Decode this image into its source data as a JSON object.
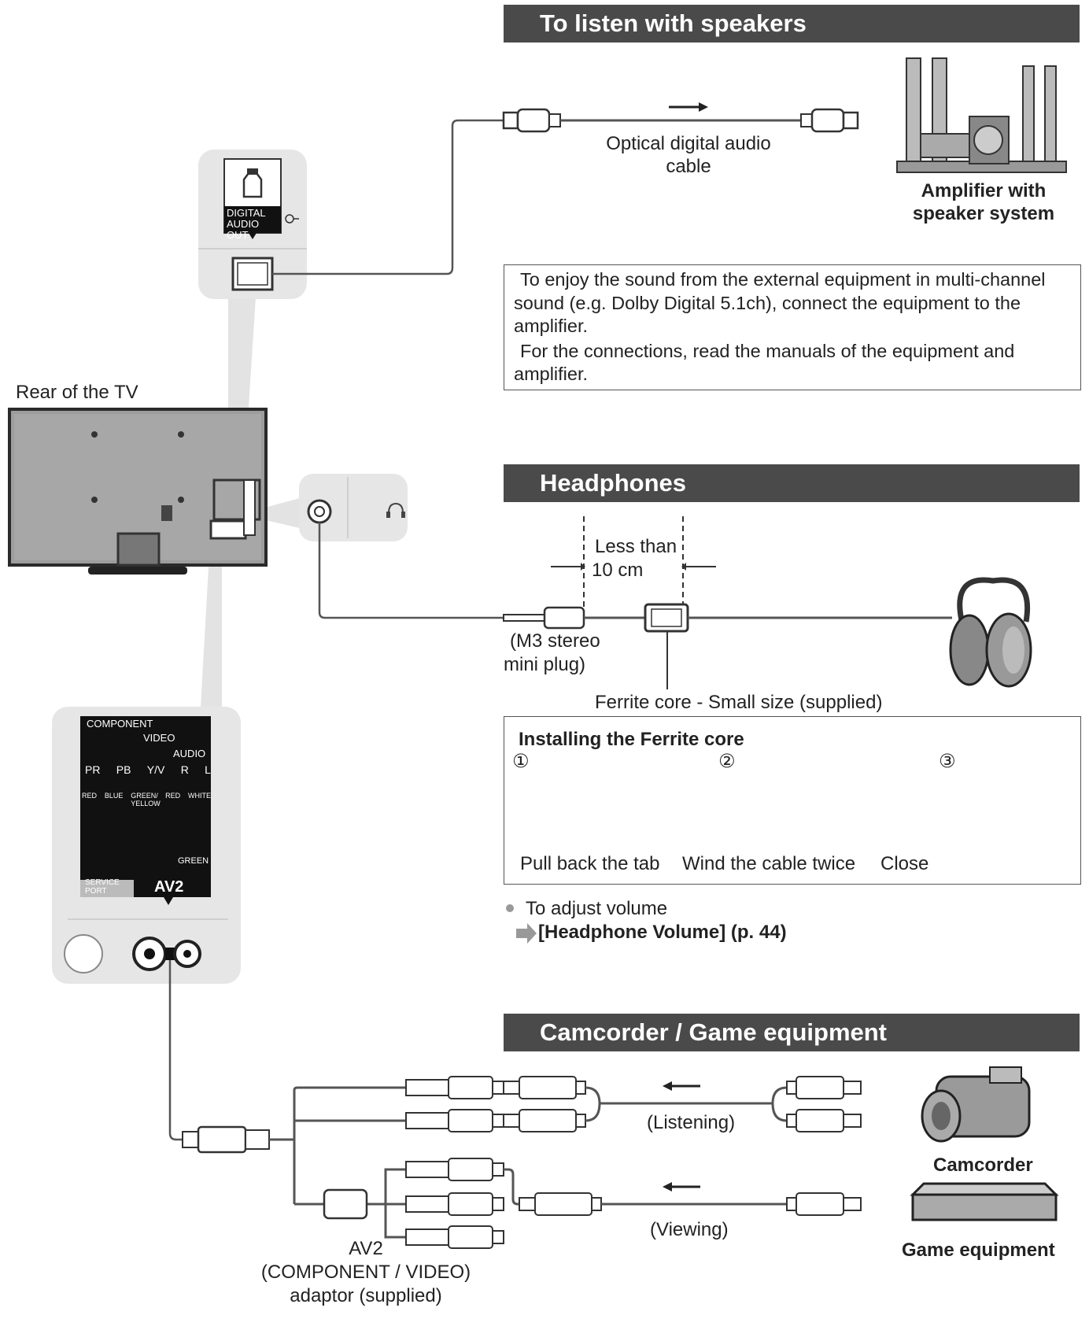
{
  "speakers": {
    "header": "To listen with speakers",
    "cable_label": "Optical digital audio cable",
    "device_label": "Amplifier with speaker system",
    "port_label_1": "DIGITAL",
    "port_label_2": "AUDIO OUT",
    "note_line1": "To enjoy the sound from the external equipment in multi-channel sound (e.g. Dolby Digital 5.1ch), connect the equipment to the amplifier.",
    "note_line2": "For the connections, read the manuals of the equipment and amplifier."
  },
  "tv": {
    "rear_label": "Rear of the TV"
  },
  "headphones": {
    "header": "Headphones",
    "distance_line1": "Less than",
    "distance_line2": "10 cm",
    "plug_line1": "(M3 stereo",
    "plug_line2": "mini plug)",
    "ferrite_label": "Ferrite core - Small size (supplied)",
    "install_title": "Installing the Ferrite core",
    "steps": [
      {
        "number": "①",
        "caption": "Pull back the tab"
      },
      {
        "number": "②",
        "caption": "Wind the cable twice"
      },
      {
        "number": "③",
        "caption": "Close"
      }
    ],
    "volume_bullet": "To adjust volume",
    "volume_link": "[Headphone Volume] (p. 44)"
  },
  "av2_panel": {
    "component": "COMPONENT",
    "video": "VIDEO",
    "audio": "AUDIO",
    "cols": [
      "PR",
      "PB",
      "Y/V",
      "R",
      "L"
    ],
    "colors": [
      "RED",
      "BLUE",
      "GREEN/ YELLOW",
      "RED",
      "WHITE"
    ],
    "green": "GREEN",
    "service": "SERVICE PORT",
    "av2": "AV2"
  },
  "camcorder": {
    "header": "Camcorder / Game equipment",
    "listening": "(Listening)",
    "viewing": "(Viewing)",
    "camcorder_label": "Camcorder",
    "game_label": "Game equipment",
    "adaptor_line1": "AV2",
    "adaptor_line2": "(COMPONENT / VIDEO)",
    "adaptor_line3": "adaptor (supplied)"
  }
}
